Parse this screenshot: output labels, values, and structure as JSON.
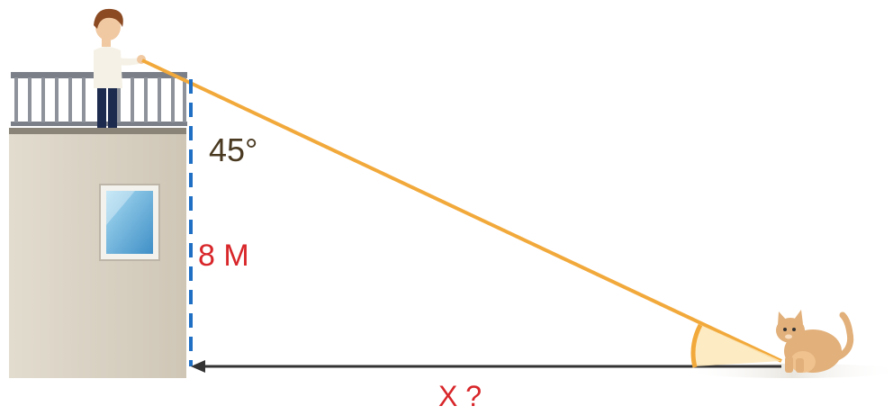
{
  "labels": {
    "angle": "45°",
    "height": "8 M",
    "distance": "X ?"
  },
  "colors": {
    "laser_line": "#f2a93b",
    "height_marker": "#1f6fc4",
    "distance_arrow": "#333333",
    "label_red": "#d8262a",
    "label_angle": "#4a3a22",
    "building_wall": "#d9d1c4",
    "window_glass": "#6fb6dd",
    "cat_fur": "#e2b07a"
  },
  "icons": {
    "person": "boy-pointing-laser-icon",
    "animal": "cat-icon"
  }
}
